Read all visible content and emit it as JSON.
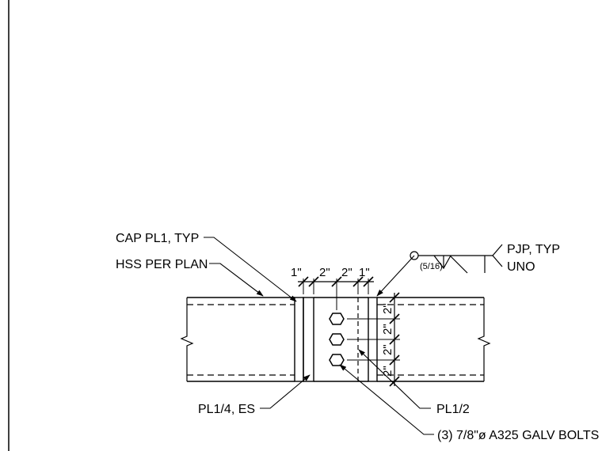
{
  "callouts": {
    "cap_plate": "CAP PL1, TYP",
    "hss": "HSS PER PLAN",
    "shear_plate": "PL1/4, ES",
    "splice_plate": "PL1/2",
    "bolts": "(3) 7/8\"ø A325 GALV BOLTS",
    "weld_line1": "PJP, TYP",
    "weld_line2": "UNO",
    "weld_size": "(5/16)"
  },
  "dimensions": {
    "horizontal": [
      "1\"",
      "2\"",
      "2\"",
      "1\""
    ],
    "vertical": [
      "2\"",
      "2\"",
      "2\"",
      "2\""
    ]
  },
  "icons": {
    "bolt": "hex-bolt-icon",
    "weld": "weld-symbol-icon",
    "break": "break-line-icon"
  },
  "colors": {
    "line": "#000000",
    "background": "#ffffff"
  }
}
